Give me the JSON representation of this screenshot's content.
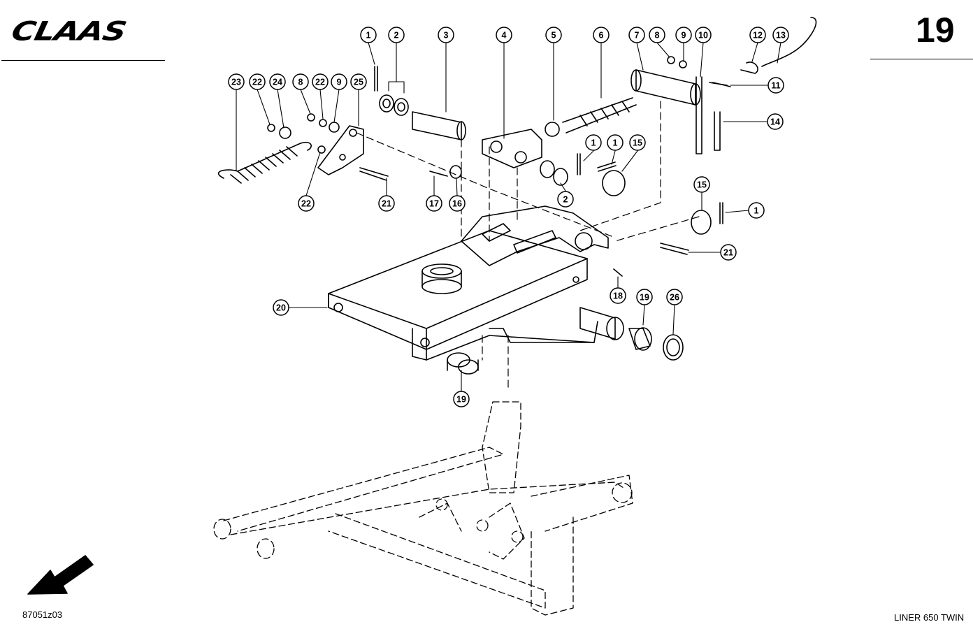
{
  "header": {
    "brand": "CLAAS",
    "page_number": "19"
  },
  "footer": {
    "drawing_code": "87051z03",
    "model": "LINER 650 TWIN"
  },
  "callouts": [
    {
      "label": "1"
    },
    {
      "label": "2"
    },
    {
      "label": "3"
    },
    {
      "label": "4"
    },
    {
      "label": "5"
    },
    {
      "label": "6"
    },
    {
      "label": "7"
    },
    {
      "label": "8"
    },
    {
      "label": "9"
    },
    {
      "label": "10"
    },
    {
      "label": "12"
    },
    {
      "label": "13"
    },
    {
      "label": "11"
    },
    {
      "label": "14"
    },
    {
      "label": "23"
    },
    {
      "label": "22"
    },
    {
      "label": "24"
    },
    {
      "label": "8"
    },
    {
      "label": "22"
    },
    {
      "label": "9"
    },
    {
      "label": "25"
    },
    {
      "label": "22"
    },
    {
      "label": "21"
    },
    {
      "label": "17"
    },
    {
      "label": "16"
    },
    {
      "label": "1"
    },
    {
      "label": "1"
    },
    {
      "label": "15"
    },
    {
      "label": "2"
    },
    {
      "label": "15"
    },
    {
      "label": "1"
    },
    {
      "label": "21"
    },
    {
      "label": "20"
    },
    {
      "label": "18"
    },
    {
      "label": "19"
    },
    {
      "label": "26"
    },
    {
      "label": "19"
    }
  ]
}
